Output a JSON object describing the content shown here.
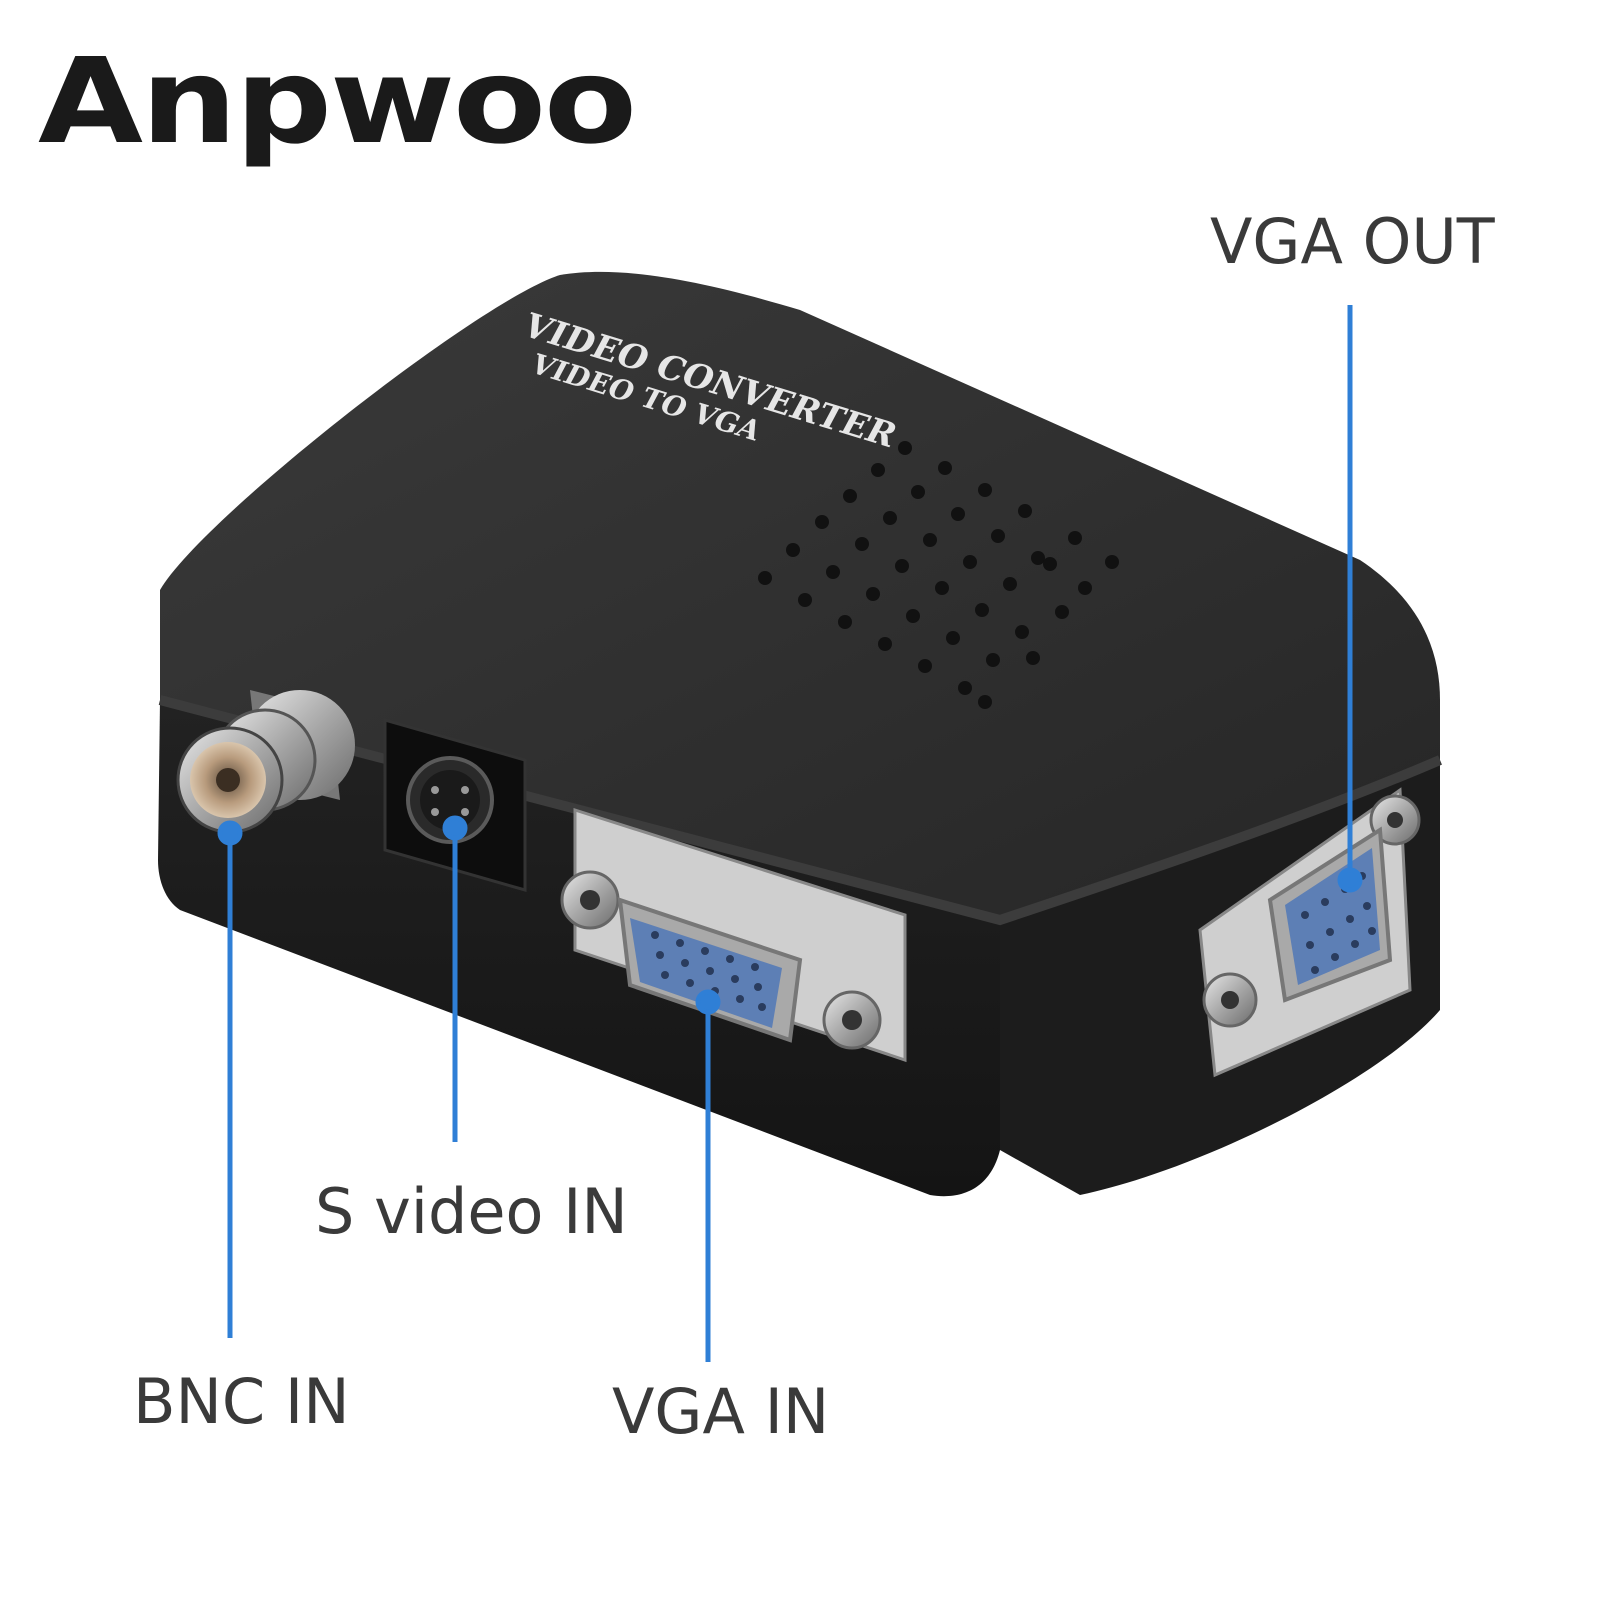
{
  "brand": {
    "name": "Anpwoo"
  },
  "device": {
    "top_text_line1": "VIDEO CONVERTER",
    "top_text_line2": "VIDEO TO VGA"
  },
  "callouts": {
    "vga_out": "VGA OUT",
    "svideo_in": "S video IN",
    "bnc_in": "BNC IN",
    "vga_in": "VGA IN"
  },
  "colors": {
    "callout_line": "#2f7fd6",
    "device_body": "#2b2b2b",
    "vga_port": "#5d7fb5"
  }
}
